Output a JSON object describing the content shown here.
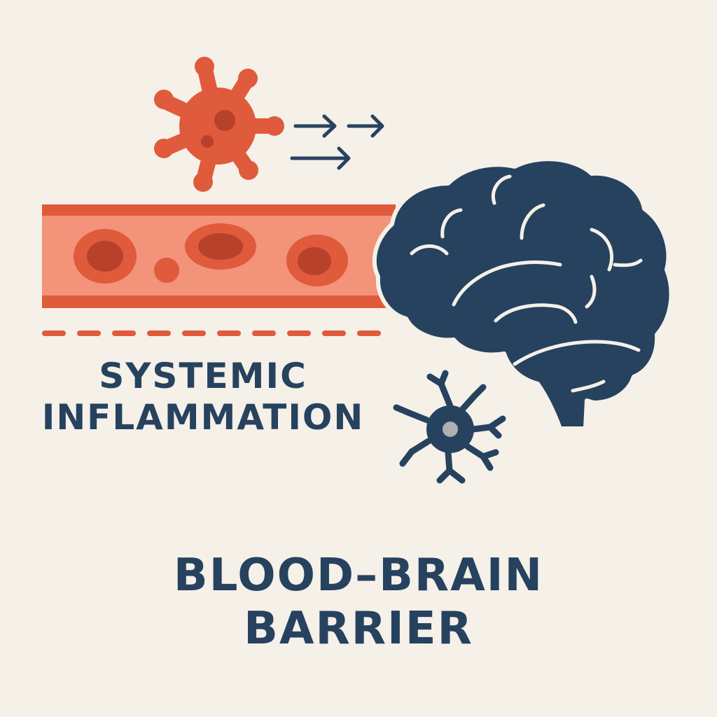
{
  "labels": {
    "systemic_inflammation": [
      "SYSTEMIC",
      "INFLAMMATION"
    ],
    "blood_brain_barrier": [
      "BLOOD–BRAIN",
      "BARRIER"
    ]
  },
  "colors": {
    "background": "#f5f0e8",
    "navy": "#26425f",
    "orange": "#e05a3c",
    "vessel_fill": "#f2937a",
    "cell_inner": "#b8412c",
    "microglia_nucleus": "#b0b0b0"
  },
  "icons": {
    "pathogen": "inflammatory-cell-icon",
    "arrows": "right-arrow-icon",
    "vessel": "blood-vessel-icon",
    "brain": "brain-icon",
    "glia": "microglia-icon"
  }
}
